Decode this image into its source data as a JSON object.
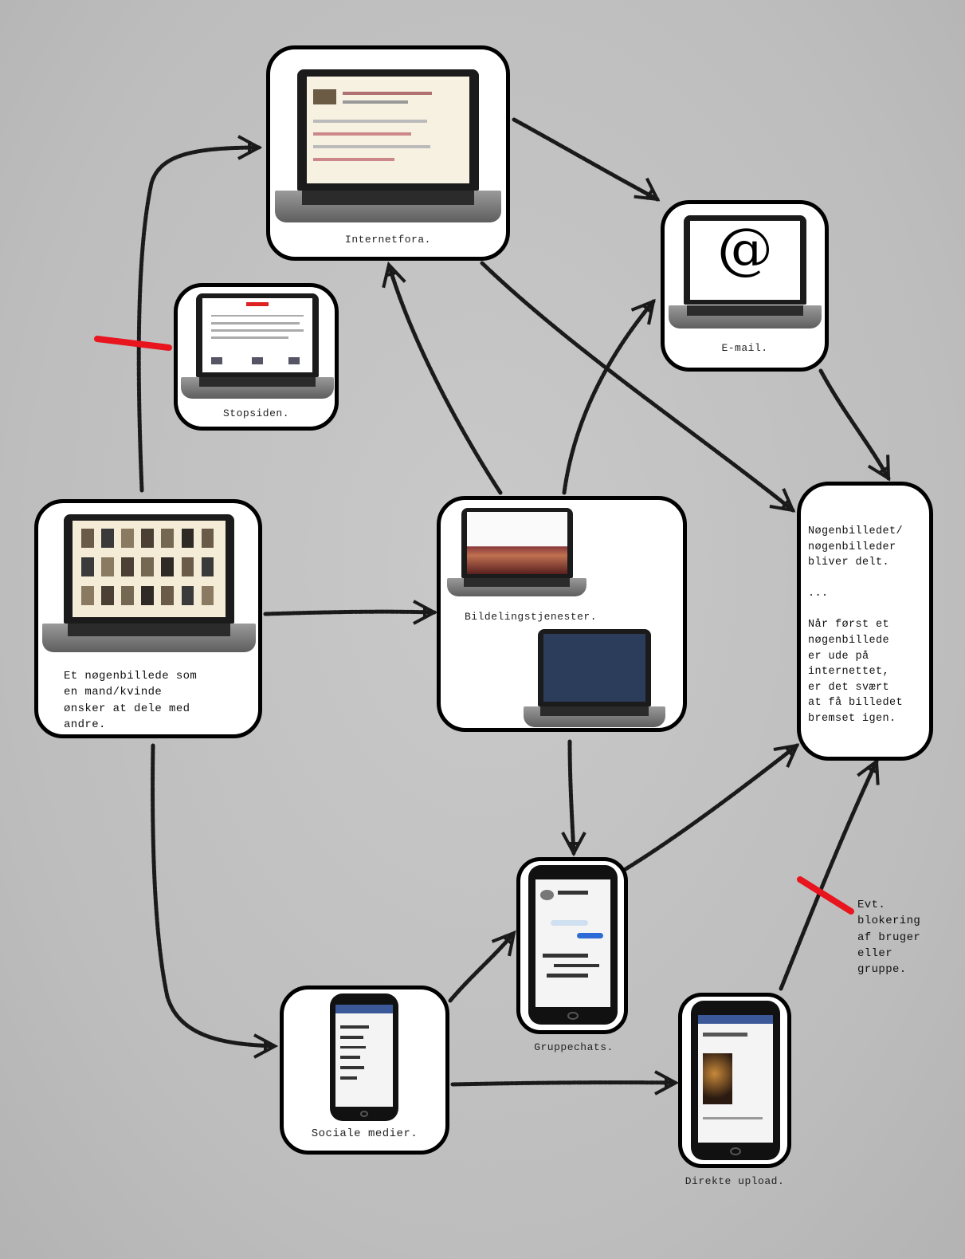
{
  "nodes": {
    "internetfora": {
      "label": "Internetfora."
    },
    "email": {
      "label": "E-mail.",
      "symbol": "@"
    },
    "stopsiden": {
      "label": "Stopsiden."
    },
    "source": {
      "label": "Et nøgenbillede som\nen mand/kvinde\nønsker at dele med\nandre."
    },
    "bildeling": {
      "label": "Bildelingstjenester."
    },
    "shared": {
      "label": "Nøgenbilledet/\nnøgenbilleder\nbliver delt.\n\n...\n\nNår først et\nnøgenbillede\ner ude på\ninternettet,\ner det svært\nat få billedet\nbremset igen."
    },
    "gruppechats": {
      "label": "Gruppechats."
    },
    "sociale": {
      "label": "Sociale medier."
    },
    "direkte": {
      "label": "Direkte upload."
    }
  },
  "annotations": {
    "blocking": "Evt.\nblokering\naf bruger\neller\ngruppe."
  },
  "colors": {
    "arrow": "#1a1a1a",
    "block_mark": "#e8141e",
    "node_border": "#000000",
    "background": "#c2c2c2"
  }
}
